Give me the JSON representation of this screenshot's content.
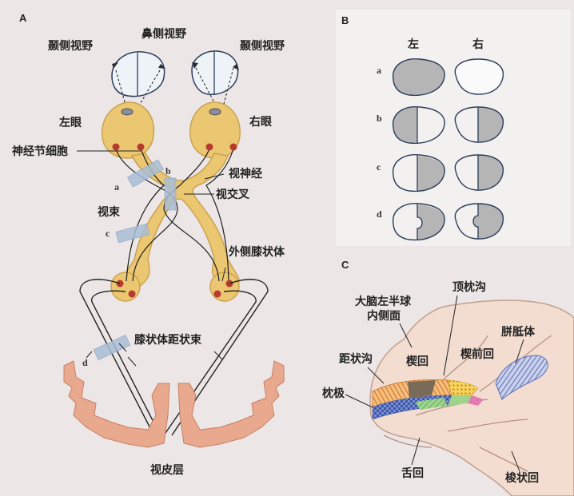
{
  "panel_a": {
    "letter": "A",
    "temporal_field_left": "颞侧视野",
    "nasal_field": "鼻侧视野",
    "temporal_field_right": "颞侧视野",
    "left_eye": "左眼",
    "right_eye": "右眼",
    "ganglion_cells": "神经节细胞",
    "optic_nerve": "视神经",
    "optic_chiasm": "视交叉",
    "optic_tract": "视束",
    "lgn": "外侧膝状体",
    "radiation": "膝状体距状束",
    "visual_cortex": "视皮层",
    "lesion_a": "a",
    "lesion_b": "b",
    "lesion_c": "c",
    "lesion_d": "d"
  },
  "panel_b": {
    "letter": "B",
    "left": "左",
    "right": "右",
    "rows": [
      "a",
      "b",
      "c",
      "d"
    ]
  },
  "panel_c": {
    "letter": "C",
    "medial_surface": "大脑左半球\n内侧面",
    "medial_line1": "大脑左半球",
    "medial_line2": "内侧面",
    "parieto_occipital": "顶枕沟",
    "cuneus": "楔回",
    "precuneus": "楔前回",
    "corpus_callosum": "胼胝体",
    "calcarine": "距状沟",
    "occipital_pole": "枕极",
    "lingual": "舌回",
    "fusiform": "梭状回"
  },
  "colors": {
    "background": "#ece6e6",
    "pathway_fill": "#ecc772",
    "pathway_stroke": "#caa24e",
    "neuron": "#b83a2e",
    "cortex": "#e8a98f",
    "brain": "#f3ddd0",
    "field_shade": "#b5b5b5",
    "lesion": "#a9bdd6"
  }
}
